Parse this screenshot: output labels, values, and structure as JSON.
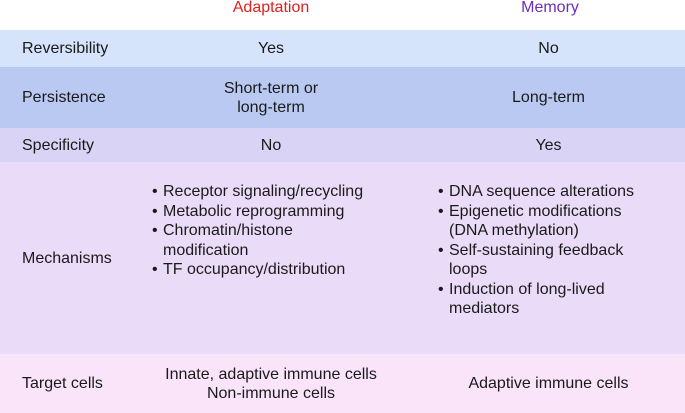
{
  "header": {
    "col1_label": "Adaptation",
    "col2_label": "Memory",
    "col1_color": "#e0201e",
    "col2_color": "#6a2eb8"
  },
  "rows": [
    {
      "label": "Reversibility",
      "adaptation": [
        "Yes"
      ],
      "memory": [
        "No"
      ],
      "bg": "#d5e3fb"
    },
    {
      "label": "Persistence",
      "adaptation": [
        "Short-term or",
        "long-term"
      ],
      "memory": [
        "Long-term"
      ],
      "bg": "#b9c9f2"
    },
    {
      "label": "Specificity",
      "adaptation": [
        "No"
      ],
      "memory": [
        "Yes"
      ],
      "bg": "#d9d3f5"
    },
    {
      "label": "Mechanisms",
      "adaptation_bullets": [
        "Receptor signaling/recycling",
        "Metabolic reprogramming",
        "Chromatin/histone modification",
        "TF occupancy/distribution"
      ],
      "memory_bullets": [
        "DNA sequence alterations",
        "Epigenetic modifications (DNA methylation)",
        "Self-sustaining feedback loops",
        "Induction of long-lived mediators"
      ],
      "bg": "#eadcf8"
    },
    {
      "label": "Target cells",
      "adaptation": [
        "Innate, adaptive immune cells",
        "Non-immune cells"
      ],
      "memory": [
        "Adaptive immune cells"
      ],
      "bg": "#f9e4fa"
    }
  ]
}
